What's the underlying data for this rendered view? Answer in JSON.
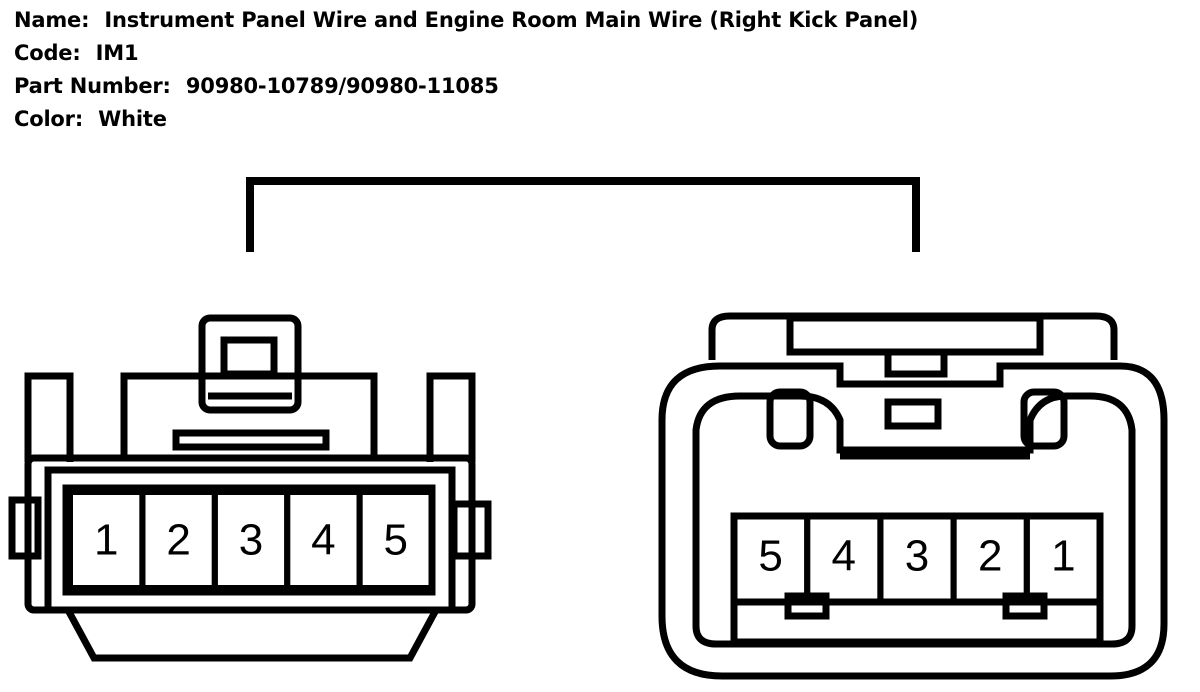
{
  "info": {
    "name_label": "Name:",
    "name_value": "Instrument Panel Wire and Engine Room Main Wire (Right Kick Panel)",
    "code_label": "Code:",
    "code_value": "IM1",
    "part_label": "Part Number:",
    "part_value": "90980-10789/90980-11085",
    "color_label": "Color:",
    "color_value": "White"
  },
  "connectors": {
    "left": {
      "pins": [
        "1",
        "2",
        "3",
        "4",
        "5"
      ]
    },
    "right": {
      "pins": [
        "5",
        "4",
        "3",
        "2",
        "1"
      ]
    }
  }
}
